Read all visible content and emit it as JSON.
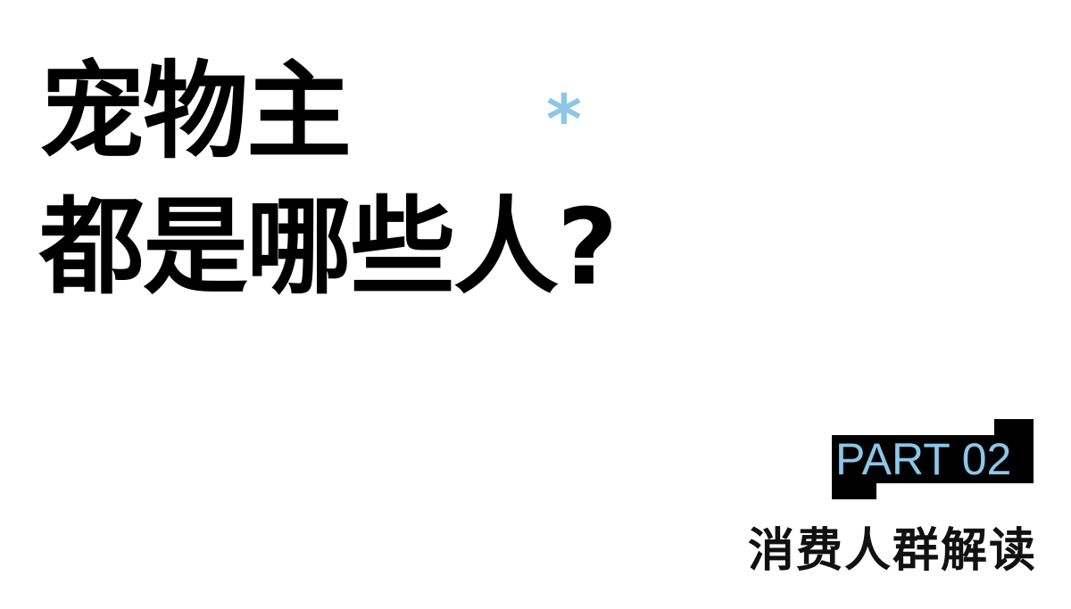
{
  "title": {
    "line1": "宠物主",
    "line2": "都是哪些人?"
  },
  "decoration": {
    "asterisk": "*",
    "accent_color": "#8cc6e8"
  },
  "section": {
    "part_label": "PART 02",
    "subtitle": "消费人群解读"
  }
}
